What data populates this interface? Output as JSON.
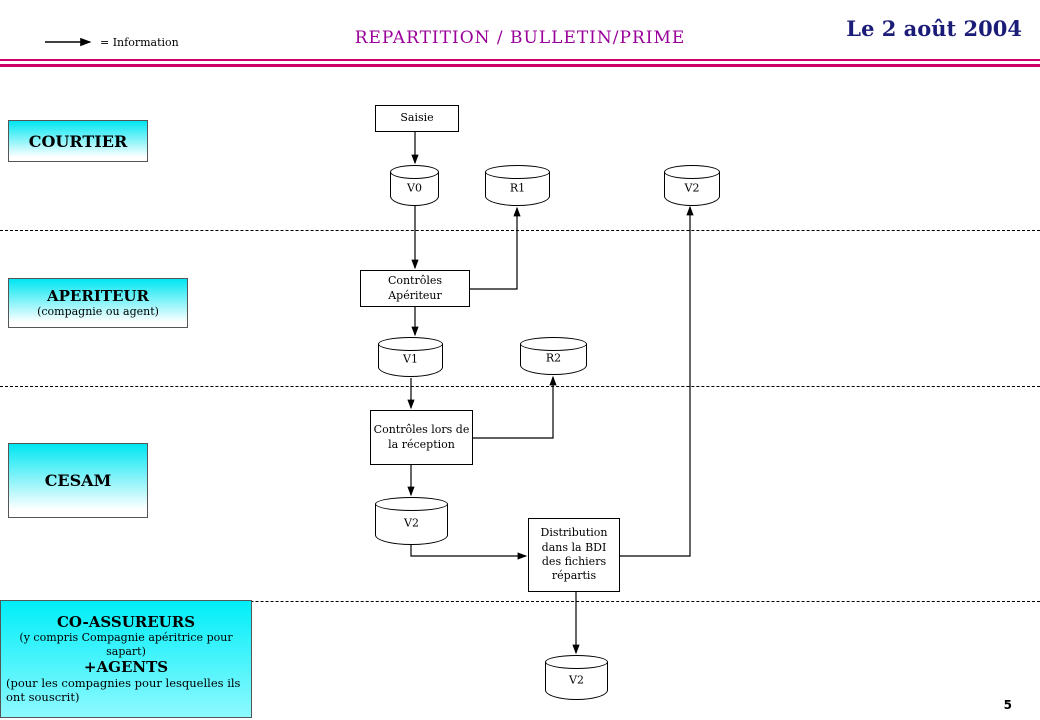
{
  "header": {
    "legend_label": "= Information",
    "title": "REPARTITION  /  BULLETIN/PRIME",
    "date": "Le 2 août 2004"
  },
  "lanes": {
    "courtier": {
      "title": "COURTIER"
    },
    "aperiteur": {
      "title": "APERITEUR",
      "subtitle": "(compagnie ou agent)"
    },
    "cesam": {
      "title": "CESAM"
    },
    "coassureurs": {
      "title": "CO-ASSUREURS",
      "subtitle": "(y  compris Compagnie apéritrice pour sapart)",
      "title2": "+AGENTS",
      "subtitle2": "(pour les compagnies pour lesquelles ils ont souscrit)"
    }
  },
  "nodes": {
    "saisie": "Saisie",
    "v0": "V0",
    "r1": "R1",
    "v2_top": "V2",
    "controles_aperiteur": "Contrôles Apériteur",
    "v1": "V1",
    "r2": "R2",
    "controles_reception": "Contrôles lors de la réception",
    "v2_cesam": "V2",
    "distribution": "Distribution dans la BDI des fichiers répartis",
    "v2_bottom": "V2"
  },
  "footer": {
    "page_number": "5"
  },
  "colors": {
    "title": "#990099",
    "date": "#1b1b78",
    "rule": "#cc0066",
    "lane_fill": "#00e6f2"
  }
}
